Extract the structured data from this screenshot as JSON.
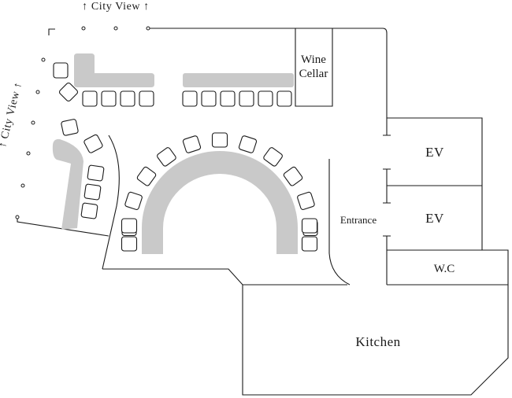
{
  "rooms": {
    "wine_cellar_line1": "Wine",
    "wine_cellar_line2": "Cellar",
    "ev_upper": "EV",
    "ev_lower": "EV",
    "entrance": "Entrance",
    "wc": "W.C",
    "kitchen": "Kitchen"
  },
  "views": {
    "top": "↑ City View ↑",
    "left": "↑ City View ↑"
  },
  "colors": {
    "walls": "#1a1a1a",
    "counters": "#c9c9c9",
    "background": "#ffffff"
  }
}
